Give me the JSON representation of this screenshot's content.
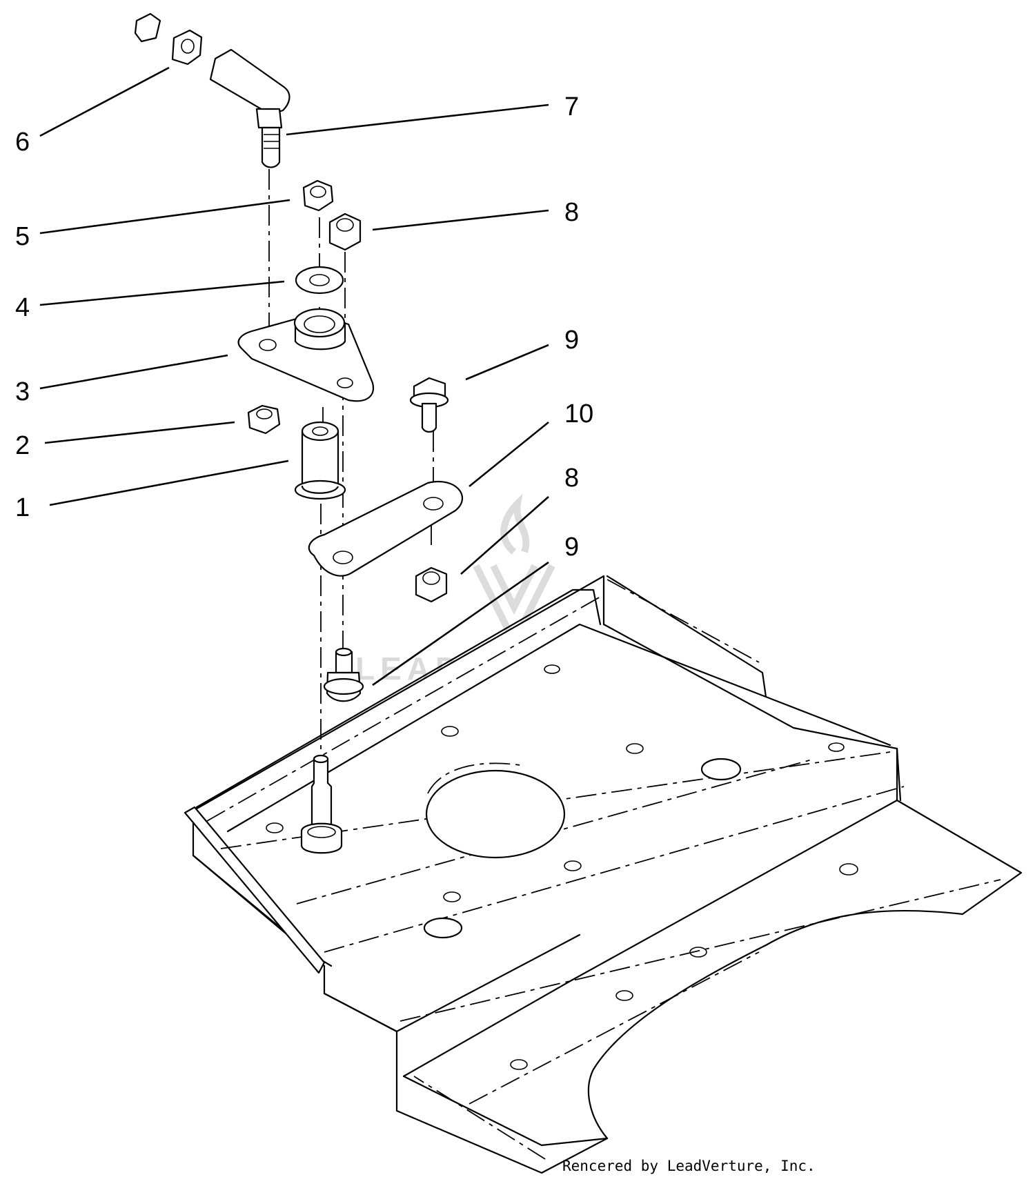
{
  "callouts": [
    {
      "id": "1",
      "label": "1"
    },
    {
      "id": "2",
      "label": "2"
    },
    {
      "id": "3",
      "label": "3"
    },
    {
      "id": "4",
      "label": "4"
    },
    {
      "id": "5",
      "label": "5"
    },
    {
      "id": "6",
      "label": "6"
    },
    {
      "id": "7",
      "label": "7"
    },
    {
      "id": "8a",
      "label": "8"
    },
    {
      "id": "9a",
      "label": "9"
    },
    {
      "id": "10",
      "label": "10"
    },
    {
      "id": "8b",
      "label": "8"
    },
    {
      "id": "9b",
      "label": "9"
    }
  ],
  "watermark": {
    "text": "LEADVENTURE"
  },
  "credit": {
    "text": "Rencered by LeadVerture, Inc."
  }
}
